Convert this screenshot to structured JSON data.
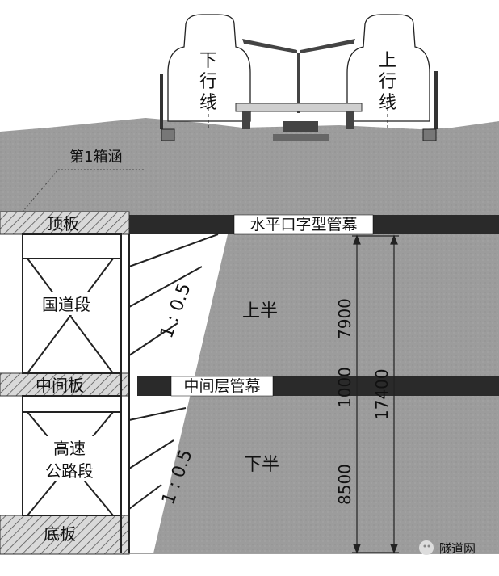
{
  "labels": {
    "down_line": [
      "下",
      "行",
      "线"
    ],
    "up_line": [
      "上",
      "行",
      "线"
    ],
    "box_culvert": "第1箱涵",
    "top_slab": "顶板",
    "middle_slab": "中间板",
    "bottom_slab": "底板",
    "national_road": "国道段",
    "highway_segment": [
      "高速",
      "公路段"
    ],
    "horizontal_roof": "水平口字型管幕",
    "middle_roof": "中间层管幕",
    "upper_half": "上半",
    "lower_half": "下半",
    "slope_upper": "1 : 0.5",
    "slope_lower": "1 : 0.5"
  },
  "dimensions": {
    "d_upper": "7900",
    "d_middle": "1000",
    "d_lower": "8500",
    "d_total": "17400"
  },
  "watermark": {
    "text": "隧道网",
    "icon": "wechat-icon"
  },
  "colors": {
    "ground": "#9a9a9a",
    "sky": "#ffffff",
    "pipe": "#262626",
    "train": "#ffffff",
    "slab_hatch": "#555555"
  }
}
